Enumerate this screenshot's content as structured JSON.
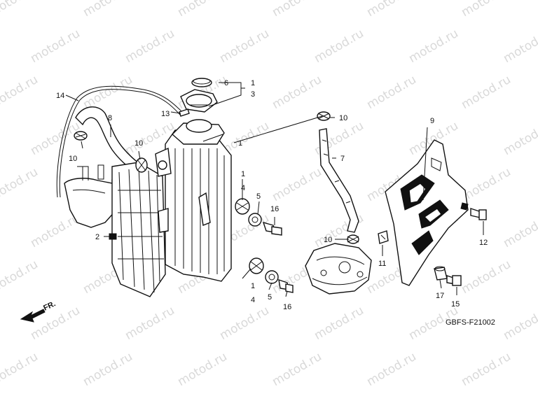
{
  "watermark": "motod.ru",
  "figure_code": "GBFS-F21002",
  "front_marker": "FR.",
  "callouts": {
    "c1_cap": "1",
    "c3": "3",
    "c6": "6",
    "c14": "14",
    "c8": "8",
    "c13": "13",
    "c1_top": "1",
    "c10_upper_right": "10",
    "c7": "7",
    "c9": "9",
    "c10_left": "10",
    "c10_mid": "10",
    "c2": "2",
    "c1_mid": "1",
    "c4_mid": "4",
    "c5_mid": "5",
    "c16_mid": "16",
    "c1_low": "1",
    "c4_low": "4",
    "c5_low": "5",
    "c16_low": "16",
    "c10_low": "10",
    "c11": "11",
    "c12": "12",
    "c17": "17",
    "c15": "15"
  }
}
